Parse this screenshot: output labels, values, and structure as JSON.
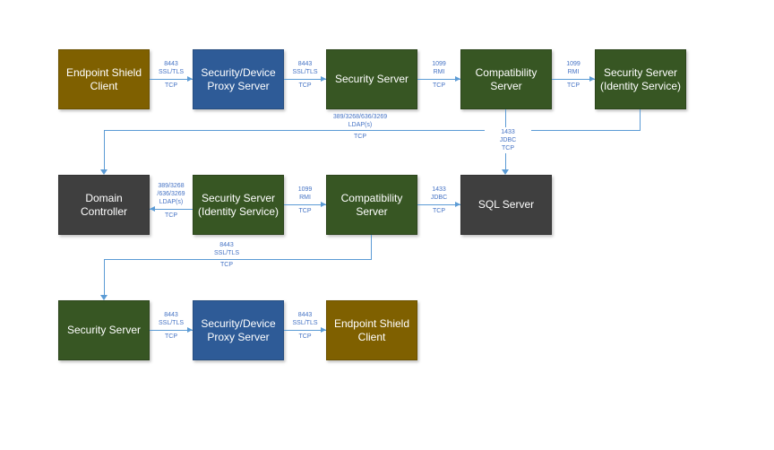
{
  "colors": {
    "client_box": "#7F6000",
    "proxy_box": "#2E5B97",
    "server_box": "#375623",
    "infra_box": "#3F3F3F",
    "box_text": "#FFFFFF",
    "connector": "#5B9BD5",
    "connector_text": "#4472C4",
    "background": "#FFFFFF"
  },
  "nodes": [
    {
      "label": "Endpoint Shield Client",
      "kind": "client"
    },
    {
      "label": "Security/Device Proxy Server",
      "kind": "proxy"
    },
    {
      "label": "Security Server",
      "kind": "server"
    },
    {
      "label": "Compatibility Server",
      "kind": "server"
    },
    {
      "label": "Security Server (Identity Service)",
      "kind": "server"
    },
    {
      "label": "Domain Controller",
      "kind": "infra"
    },
    {
      "label": "Security Server (Identity Service)",
      "kind": "server"
    },
    {
      "label": "Compatibility Server",
      "kind": "server"
    },
    {
      "label": "SQL Server",
      "kind": "infra"
    },
    {
      "label": "Security Server",
      "kind": "server"
    },
    {
      "label": "Security/Device Proxy Server",
      "kind": "proxy"
    },
    {
      "label": "Endpoint Shield Client",
      "kind": "client"
    }
  ],
  "edges": {
    "g1": {
      "from": 0,
      "to": 1,
      "above": [
        "8443",
        "SSL/TLS"
      ],
      "below": "TCP"
    },
    "g2": {
      "from": 1,
      "to": 2,
      "above": [
        "8443",
        "SSL/TLS"
      ],
      "below": "TCP"
    },
    "g3": {
      "from": 2,
      "to": 3,
      "above": [
        "1099",
        "RMI"
      ],
      "below": "TCP"
    },
    "g4": {
      "from": 3,
      "to": 4,
      "above": [
        "1099",
        "RMI"
      ],
      "below": "TCP"
    },
    "g5": {
      "from": 6,
      "to": 5,
      "above": [
        "389/3268",
        "/636/3269",
        "LDAP(s)"
      ],
      "below": "TCP"
    },
    "g6": {
      "from": 6,
      "to": 7,
      "above": [
        "1099",
        "RMI"
      ],
      "below": "TCP"
    },
    "g7": {
      "from": 7,
      "to": 8,
      "above": [
        "1433",
        "JDBC"
      ],
      "below": "TCP"
    },
    "g8": {
      "from": 9,
      "to": 10,
      "above": [
        "8443",
        "SSL/TLS"
      ],
      "below": "TCP"
    },
    "g9": {
      "from": 10,
      "to": 11,
      "above": [
        "8443",
        "SSL/TLS"
      ],
      "below": "TCP"
    },
    "c1": {
      "from": 4,
      "to": 5,
      "above": [
        "389/3268/636/3269",
        "LDAP(s)"
      ],
      "below": "TCP"
    },
    "c2": {
      "from": 3,
      "to": 8,
      "lines": [
        "1433",
        "JDBC",
        "TCP"
      ]
    },
    "c3": {
      "from": 7,
      "to": 9,
      "above": [
        "8443",
        "SSL/TLS"
      ],
      "below": "TCP"
    }
  }
}
